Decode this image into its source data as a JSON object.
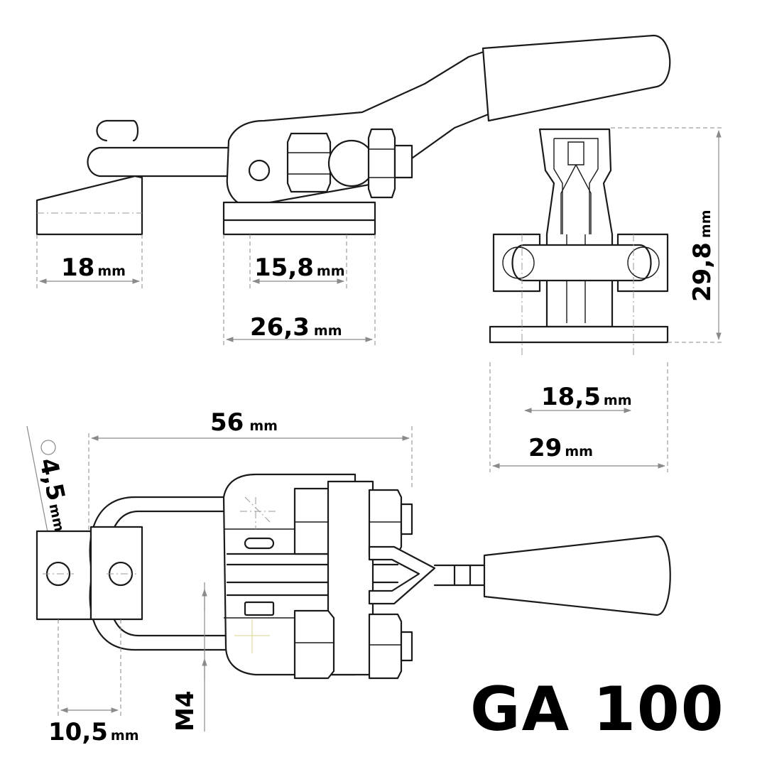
{
  "model": "GA 100",
  "dimensions": {
    "base_width": {
      "value": "18",
      "unit": "mm"
    },
    "hole_spacing": {
      "value": "15,8",
      "unit": "mm"
    },
    "base_length": {
      "value": "26,3",
      "unit": "mm"
    },
    "height": {
      "value": "29,8",
      "unit": "mm"
    },
    "inner_width": {
      "value": "18,5",
      "unit": "mm"
    },
    "overall_width": {
      "value": "29",
      "unit": "mm"
    },
    "overall_length": {
      "value": "56",
      "unit": "mm"
    },
    "hole_diameter": {
      "value": "4,5",
      "unit": "mm"
    },
    "edge_distance": {
      "value": "10,5",
      "unit": "mm"
    },
    "thread": {
      "value": "M4"
    }
  },
  "colors": {
    "line": "#1a1a1a",
    "dimension": "#8a8a8a",
    "background": "#ffffff"
  }
}
